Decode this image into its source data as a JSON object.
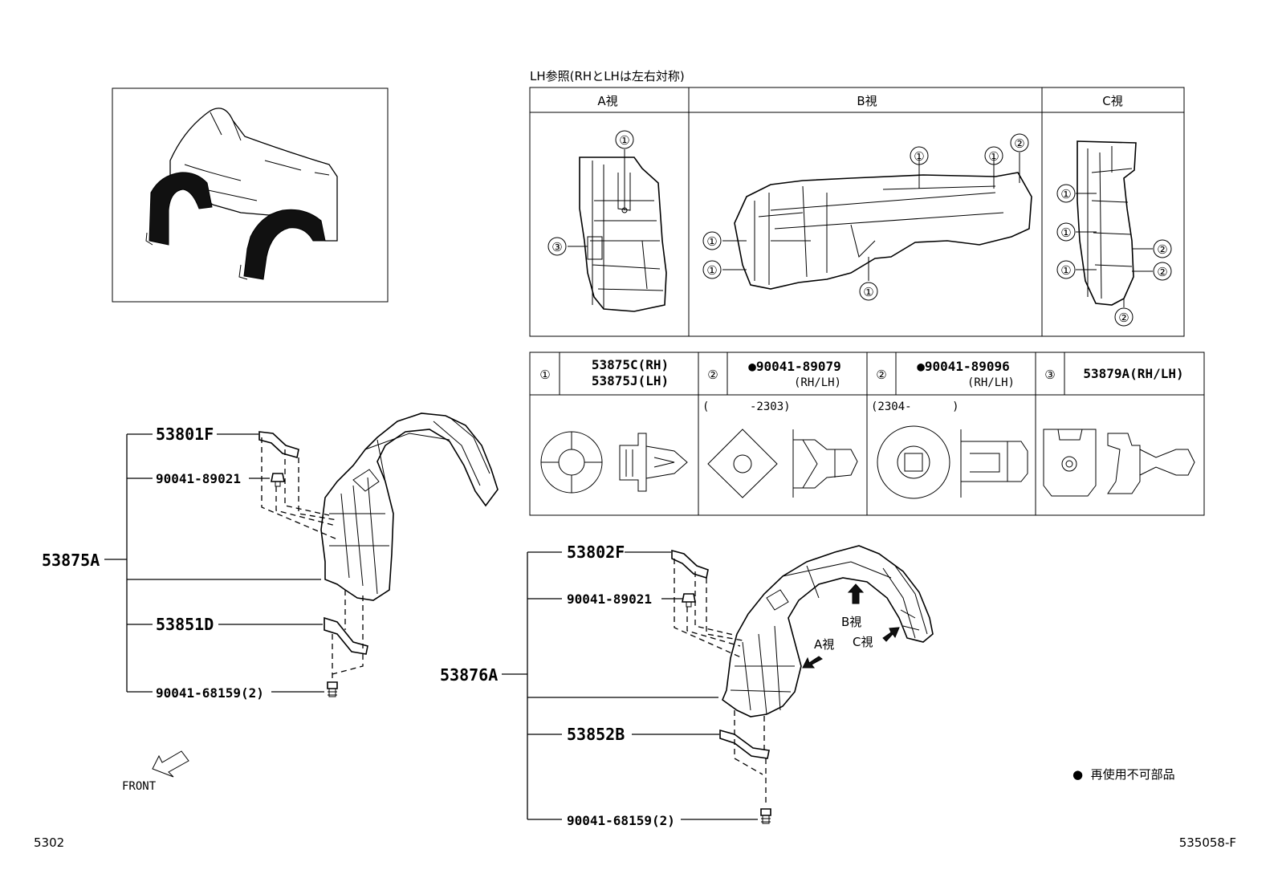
{
  "header": {
    "lh_note": "LH参照(RHとLHは左右対称)",
    "view_a": "A視",
    "view_b": "B視",
    "view_c": "C視"
  },
  "callout_numbers": {
    "one": "①",
    "two": "②",
    "three": "③"
  },
  "parts_table": {
    "c1": {
      "num": "①",
      "line1": "53875C(RH)",
      "line2": "53875J(LH)"
    },
    "c2": {
      "num": "②",
      "line1": "●90041-89079",
      "line2": "(RH/LH)",
      "range": "(      -2303)"
    },
    "c3": {
      "num": "②",
      "line1": "●90041-89096",
      "line2": "(RH/LH)",
      "range": "(2304-      )"
    },
    "c4": {
      "num": "③",
      "line1": "53879A(RH/LH)"
    }
  },
  "left_assembly": {
    "main": "53875A",
    "p1": "53801F",
    "p2": "90041-89021",
    "p3": "53851D",
    "p4": "90041-68159(2)"
  },
  "right_assembly": {
    "main": "53876A",
    "p1": "53802F",
    "p2": "90041-89021",
    "p3": "53852B",
    "p4": "90041-68159(2)",
    "arrow_a": "A視",
    "arrow_b": "B視",
    "arrow_c": "C視"
  },
  "front_label": "FRONT",
  "legend": "●  再使用不可部品",
  "footer": {
    "page_code": "5302",
    "drawing_no": "535058-F"
  }
}
